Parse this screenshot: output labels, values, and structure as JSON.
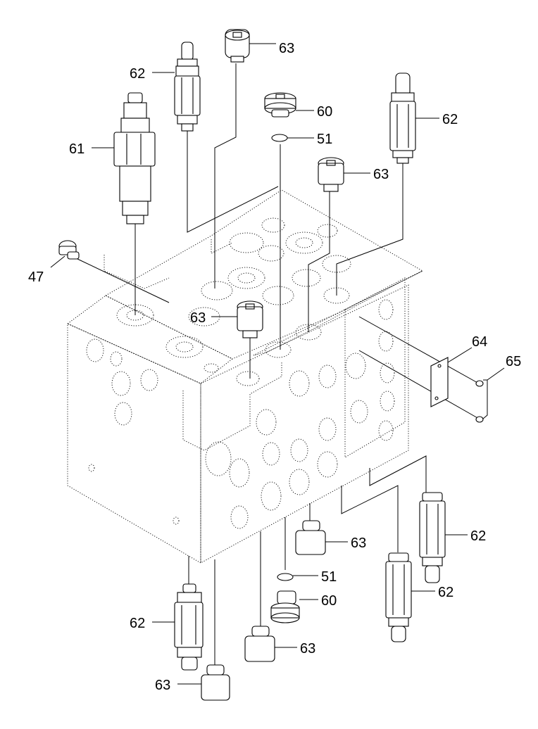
{
  "callouts": [
    {
      "id": "c63a",
      "text": "63"
    },
    {
      "id": "c62a",
      "text": "62"
    },
    {
      "id": "c61",
      "text": "61"
    },
    {
      "id": "c60a",
      "text": "60"
    },
    {
      "id": "c51a",
      "text": "51"
    },
    {
      "id": "c62b",
      "text": "62"
    },
    {
      "id": "c63b",
      "text": "63"
    },
    {
      "id": "c47",
      "text": "47"
    },
    {
      "id": "c63c",
      "text": "63"
    },
    {
      "id": "c64",
      "text": "64"
    },
    {
      "id": "c65",
      "text": "65"
    },
    {
      "id": "c62c",
      "text": "62"
    },
    {
      "id": "c63d",
      "text": "63"
    },
    {
      "id": "c51b",
      "text": "51"
    },
    {
      "id": "c62d",
      "text": "62"
    },
    {
      "id": "c60b",
      "text": "60"
    },
    {
      "id": "c62e",
      "text": "62"
    },
    {
      "id": "c63e",
      "text": "63"
    },
    {
      "id": "c63f",
      "text": "63"
    }
  ]
}
